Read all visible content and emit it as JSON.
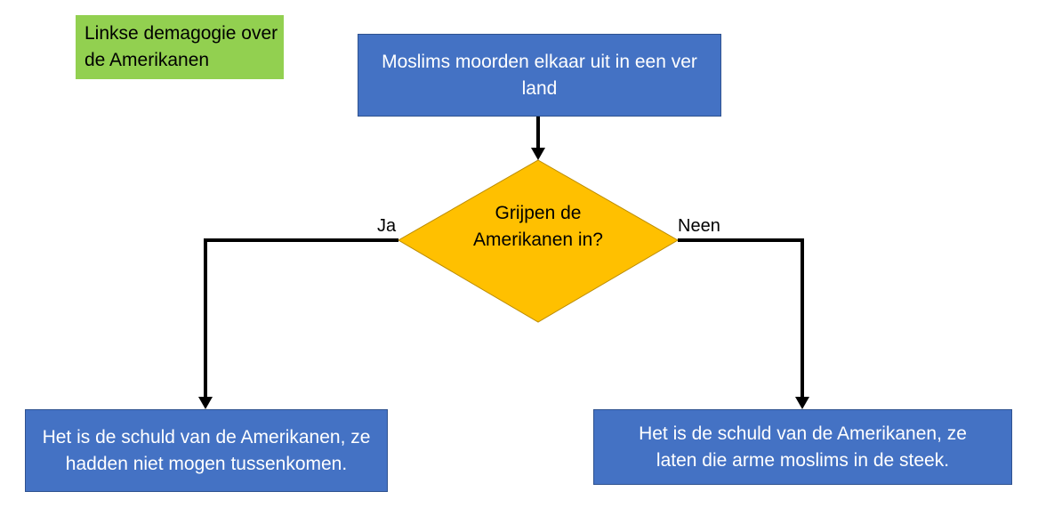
{
  "title": "Linkse demagogie over de Amerikanen",
  "start": "Moslims moorden elkaar uit in een ver land",
  "decision": "Grijpen de Amerikanen in?",
  "branch_yes_label": "Ja",
  "branch_no_label": "Neen",
  "outcome_yes": "Het is de schuld van de Amerikanen, ze hadden niet mogen tussenkomen.",
  "outcome_no": "Het is de schuld van de Amerikanen, ze laten die arme moslims in de steek.",
  "colors": {
    "process": "#4472c4",
    "decision": "#ffc000",
    "title": "#92d050"
  }
}
